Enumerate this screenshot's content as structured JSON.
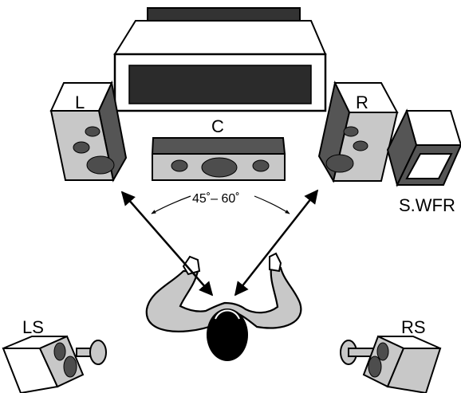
{
  "labels": {
    "left": "L",
    "center": "C",
    "right": "R",
    "subwoofer": "S.WFR",
    "left_surround": "LS",
    "right_surround": "RS",
    "angle": "45˚– 60˚"
  },
  "colors": {
    "outline": "#000000",
    "speaker_front": "#c8c8c8",
    "speaker_side": "#555555",
    "speaker_top": "#ffffff",
    "driver": "#4d4d4d",
    "tv_screen": "#2b2b2b",
    "tv_frame": "#ffffff",
    "listener_body": "#c8c8c8",
    "listener_head": "#000000",
    "background": "#ffffff"
  }
}
